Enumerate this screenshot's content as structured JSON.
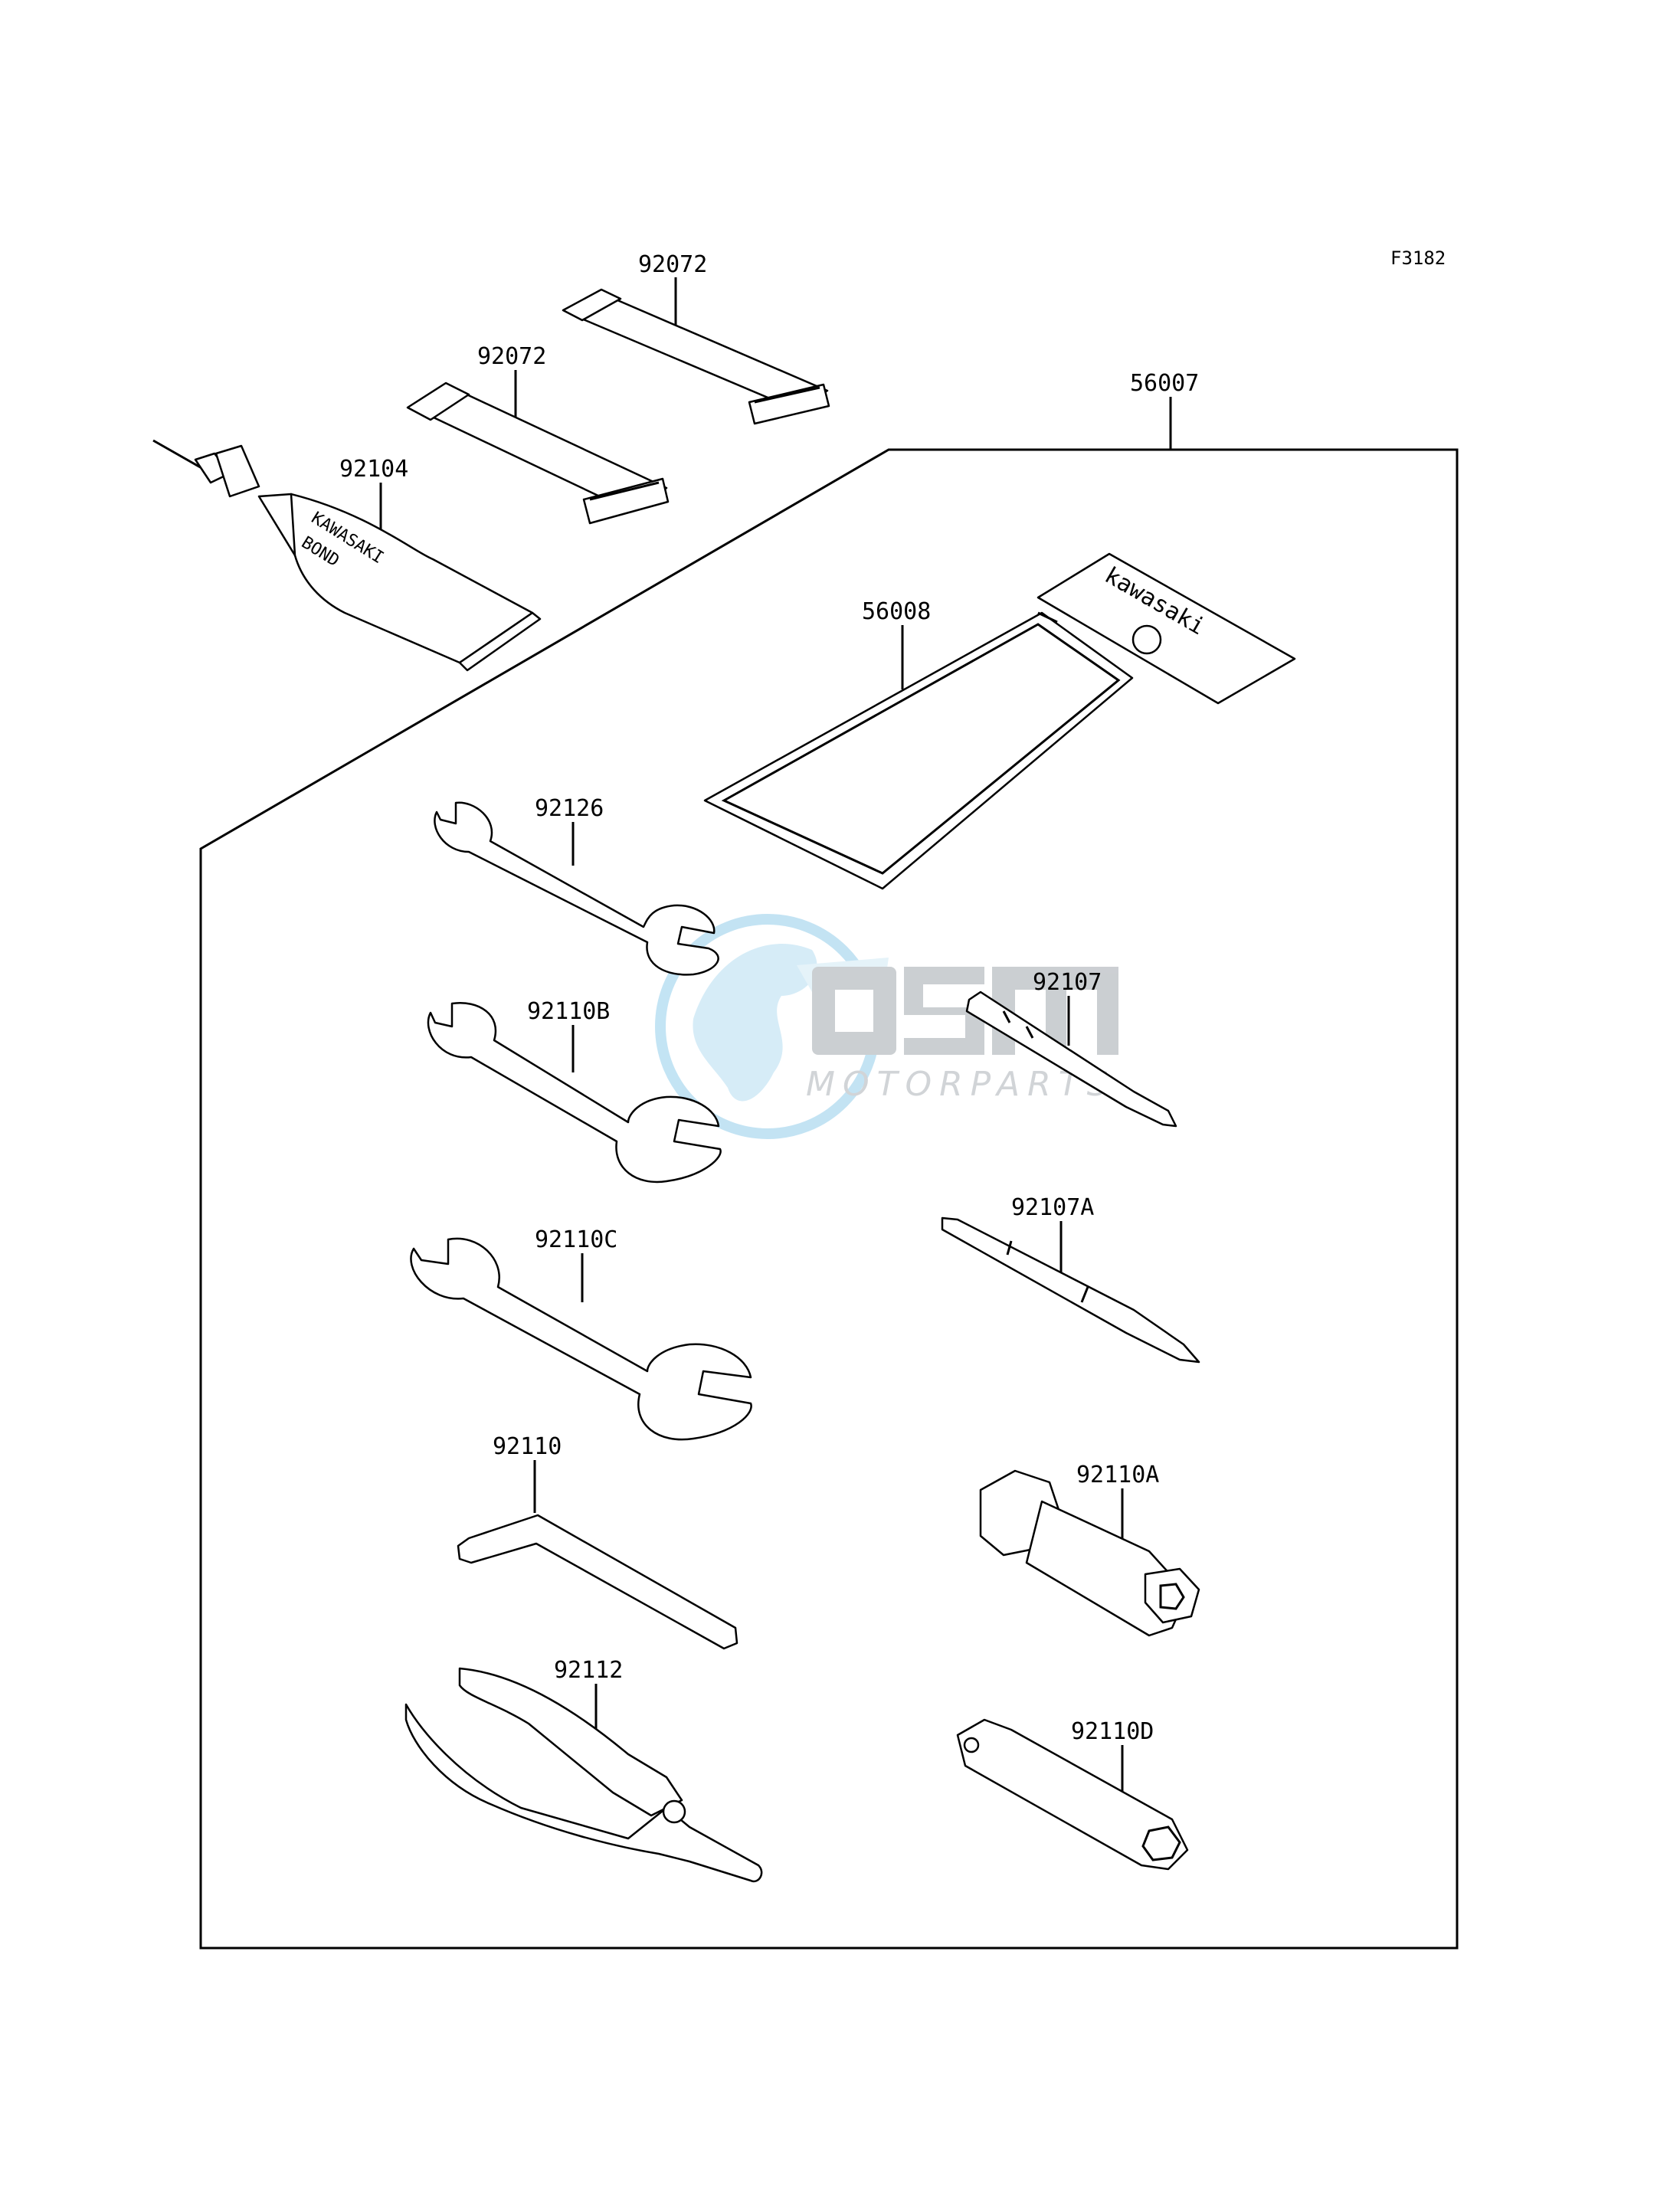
{
  "figure_id": "F3182",
  "watermark": {
    "logo_text": "MOTORPARTS",
    "mark_text": "OSM"
  },
  "brand_marks": {
    "tube_brand": "KAWASAKI",
    "tube_product": "BOND",
    "pouch_brand": "kawasaki"
  },
  "parts": [
    {
      "number": "92072"
    },
    {
      "number": "92072"
    },
    {
      "number": "92104"
    },
    {
      "number": "56007"
    },
    {
      "number": "56008"
    },
    {
      "number": "92126"
    },
    {
      "number": "92110B"
    },
    {
      "number": "92107"
    },
    {
      "number": "92110C"
    },
    {
      "number": "92107A"
    },
    {
      "number": "92110"
    },
    {
      "number": "92110A"
    },
    {
      "number": "92112"
    },
    {
      "number": "92110D"
    }
  ]
}
